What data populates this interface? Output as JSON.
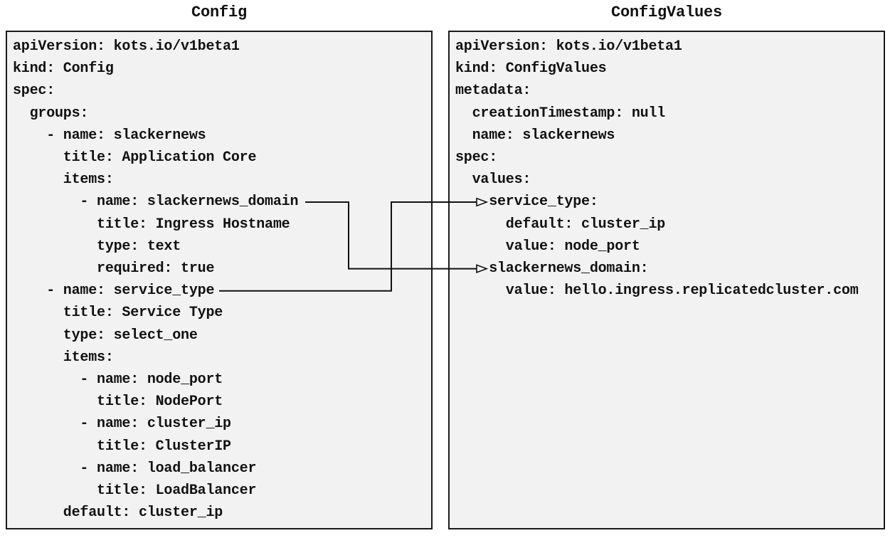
{
  "colors": {
    "panel_bg": "#f2f2f2",
    "panel_border": "#1a1a1a",
    "text": "#111111",
    "connector": "#111111",
    "arrowhead_fill": "#ffffff",
    "page_bg": "#ffffff"
  },
  "left_panel": {
    "title": "Config",
    "lines": [
      "apiVersion: kots.io/v1beta1",
      "kind: Config",
      "spec:",
      "  groups:",
      "    - name: slackernews",
      "      title: Application Core",
      "      items:",
      "        - name: slackernews_domain",
      "          title: Ingress Hostname",
      "          type: text",
      "          required: true",
      "    - name: service_type",
      "      title: Service Type",
      "      type: select_one",
      "      items:",
      "        - name: node_port",
      "          title: NodePort",
      "        - name: cluster_ip",
      "          title: ClusterIP",
      "        - name: load_balancer",
      "          title: LoadBalancer",
      "      default: cluster_ip"
    ]
  },
  "right_panel": {
    "title": "ConfigValues",
    "lines": [
      "apiVersion: kots.io/v1beta1",
      "kind: ConfigValues",
      "metadata:",
      "  creationTimestamp: null",
      "  name: slackernews",
      "spec:",
      "  values:",
      "    service_type:",
      "      default: cluster_ip",
      "      value: node_port",
      "    slackernews_domain:",
      "      value: hello.ingress.replicatedcluster.com"
    ]
  },
  "connectors": [
    {
      "from_text": "- name: slackernews_domain",
      "to_text": "slackernews_domain:"
    },
    {
      "from_text": "- name: service_type",
      "to_text": "service_type:"
    }
  ]
}
